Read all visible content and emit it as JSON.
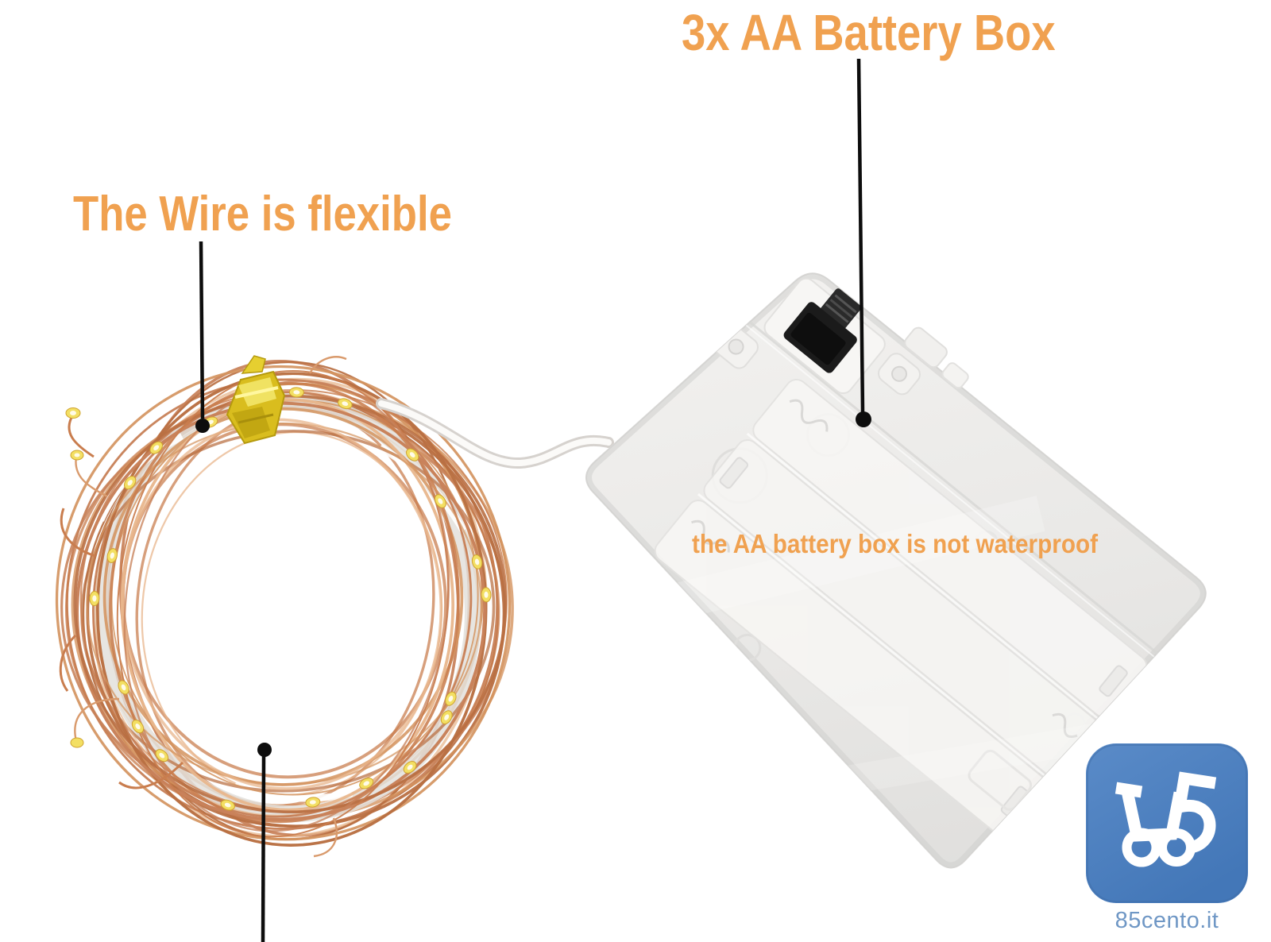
{
  "annotations": {
    "battery_box_label": "3x AA Battery Box",
    "wire_label": "The Wire is flexible",
    "waterproof_note": "the AA battery box is not waterproof"
  },
  "branding": {
    "site_name": "85cento.it",
    "logo_icon": "cart-5-logo-icon"
  },
  "colors": {
    "background": "#ffffff",
    "accent_orange": "#f0a150",
    "pointer_black": "#0d0d0d",
    "logo_blue": "#4d82c3",
    "logo_blue_dark": "#3f6ea8",
    "logo_text_blue": "#6f97c5",
    "copper": "#c97d4e",
    "copper_light": "#e8b68c",
    "led_yellow": "#f3df63",
    "gold_tie": "#d9bd1e",
    "plastic_light": "#f1f0ee",
    "plastic_mid": "#e7e6e4"
  }
}
